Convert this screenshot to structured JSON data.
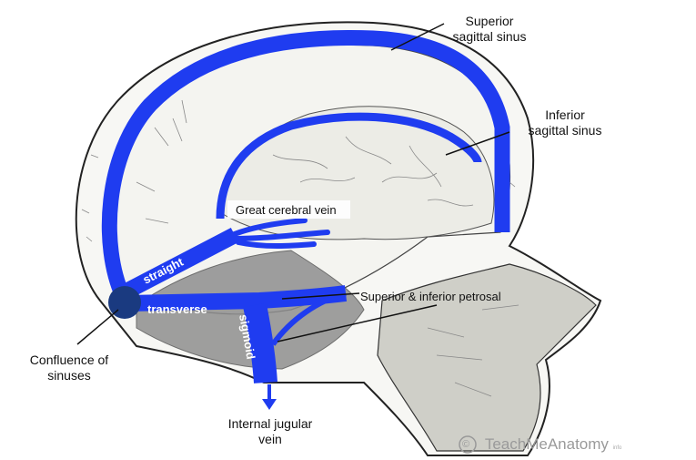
{
  "labels": {
    "superior_sagittal": [
      "Superior",
      "sagittal sinus"
    ],
    "inferior_sagittal": [
      "Inferior",
      "sagittal sinus"
    ],
    "great_cerebral": "Great cerebral vein",
    "petrosal": "Superior & inferior petrosal",
    "confluence": [
      "Confluence of",
      "sinuses"
    ],
    "jugular": [
      "Internal jugular",
      "vein"
    ]
  },
  "sinus_labels": {
    "straight": "straight",
    "transverse": "transverse",
    "sigmoid": "sigmoid"
  },
  "watermark": {
    "text": "TeachMeAnatomy",
    "copyright": "©",
    "suffix": "info"
  },
  "colors": {
    "vein": "#1f3cf0",
    "confluence": "#1a3a80",
    "bone": "#ffffff",
    "outline": "#222222",
    "sketch": "#8a8a8a"
  }
}
